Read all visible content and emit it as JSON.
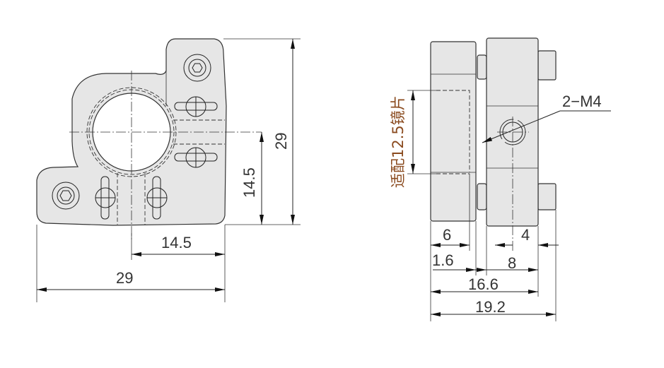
{
  "front_view": {
    "dims": {
      "width_half": "14.5",
      "width_total": "29",
      "height_half": "14.5",
      "height_total": "29"
    }
  },
  "side_view": {
    "thread_callout": "2−M4",
    "lens_note": "适配12.5镜片",
    "dims": {
      "d6": "6",
      "d1_6": "1.6",
      "d4": "4",
      "d8": "8",
      "d16_6": "16.6",
      "d19_2": "19.2"
    }
  },
  "colors": {
    "part_fill": "#e6e6e6",
    "note": "#8a4a1e"
  }
}
